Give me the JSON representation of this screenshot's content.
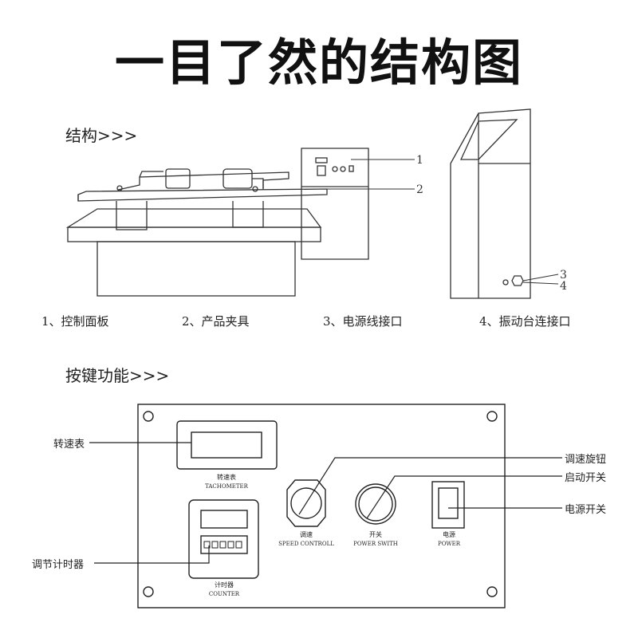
{
  "title": "一目了然的结构图",
  "structure": {
    "heading": "结构>>>",
    "callout_numbers": [
      "1",
      "2",
      "3",
      "4"
    ],
    "captions": [
      "1、控制面板",
      "2、产品夹具",
      "3、电源线接口",
      "4、振动台连接口"
    ]
  },
  "keys": {
    "heading": "按键功能>>>",
    "panel_labels": {
      "tachometer_cn": "转速表",
      "tachometer_en": "TACHOMETER",
      "counter_cn": "计时器",
      "counter_en": "COUNTER",
      "speed_cn": "调速",
      "speed_en": "SPEED CONTROLL",
      "switch_cn": "开关",
      "switch_en": "POWER SWITH",
      "power_cn": "电源",
      "power_en": "POWER"
    },
    "callouts": {
      "tachometer": "转速表",
      "timer": "调节计时器",
      "speed_knob": "调速旋钮",
      "start_switch": "启动开关",
      "power_switch": "电源开关"
    }
  }
}
